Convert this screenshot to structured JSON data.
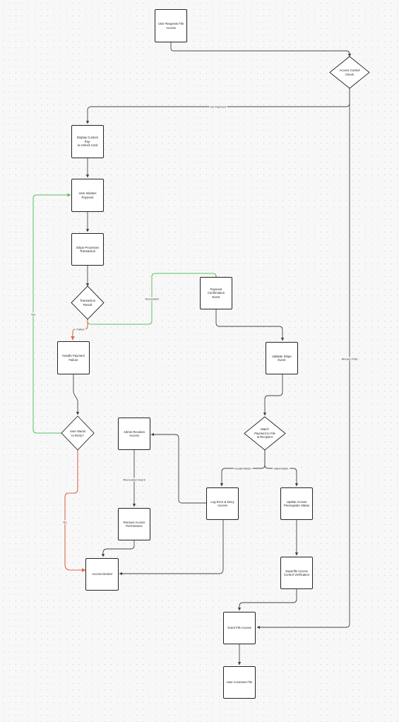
{
  "colors": {
    "default_edge": "#444444",
    "success_edge": "#56c25f",
    "failure_edge": "#e0674a",
    "node_border": "#222222"
  },
  "nodes": {
    "user_requests": "User Requests File\nAccess",
    "access_check": "Access Control\nCheck",
    "display_card": "Display Custom Pay-\nto-Unlock Card",
    "user_initiates": "User Initiates\nPayment",
    "stripe_processes": "Stripe Processes\nTransaction",
    "transaction_result": "Transaction\nResult",
    "payment_confirmation": "Payment Confirmation\nEvent",
    "handle_failure": "Handle Payment\nFailure",
    "validate_stripe": "Validate Stripe Event",
    "user_retry": "User Wants\nto Retry?",
    "match_payment": "Match\nPayment to File\n& Recipient",
    "admin_revokes": "Admin Revokes\nAccess",
    "log_error": "Log Error & Deny\nAccess",
    "update_access": "Update Access\nPrerequisite Status",
    "remove_access": "Remove Access\nPermissions",
    "access_denied": "Access Denied",
    "superfile_verification": "Superfile Access\nControl Verification",
    "grant_access": "Grant File Access",
    "user_accesses": "User Accesses File"
  },
  "edge_labels": {
    "no_payment": "No Payment",
    "already_paid": "Already Paid",
    "successful": "Successful",
    "failed": "Failed",
    "yes": "Yes",
    "no": "No",
    "revocation_event": "Revocation Event",
    "invalid_match": "Invalid Match",
    "valid_match": "Valid Match"
  }
}
